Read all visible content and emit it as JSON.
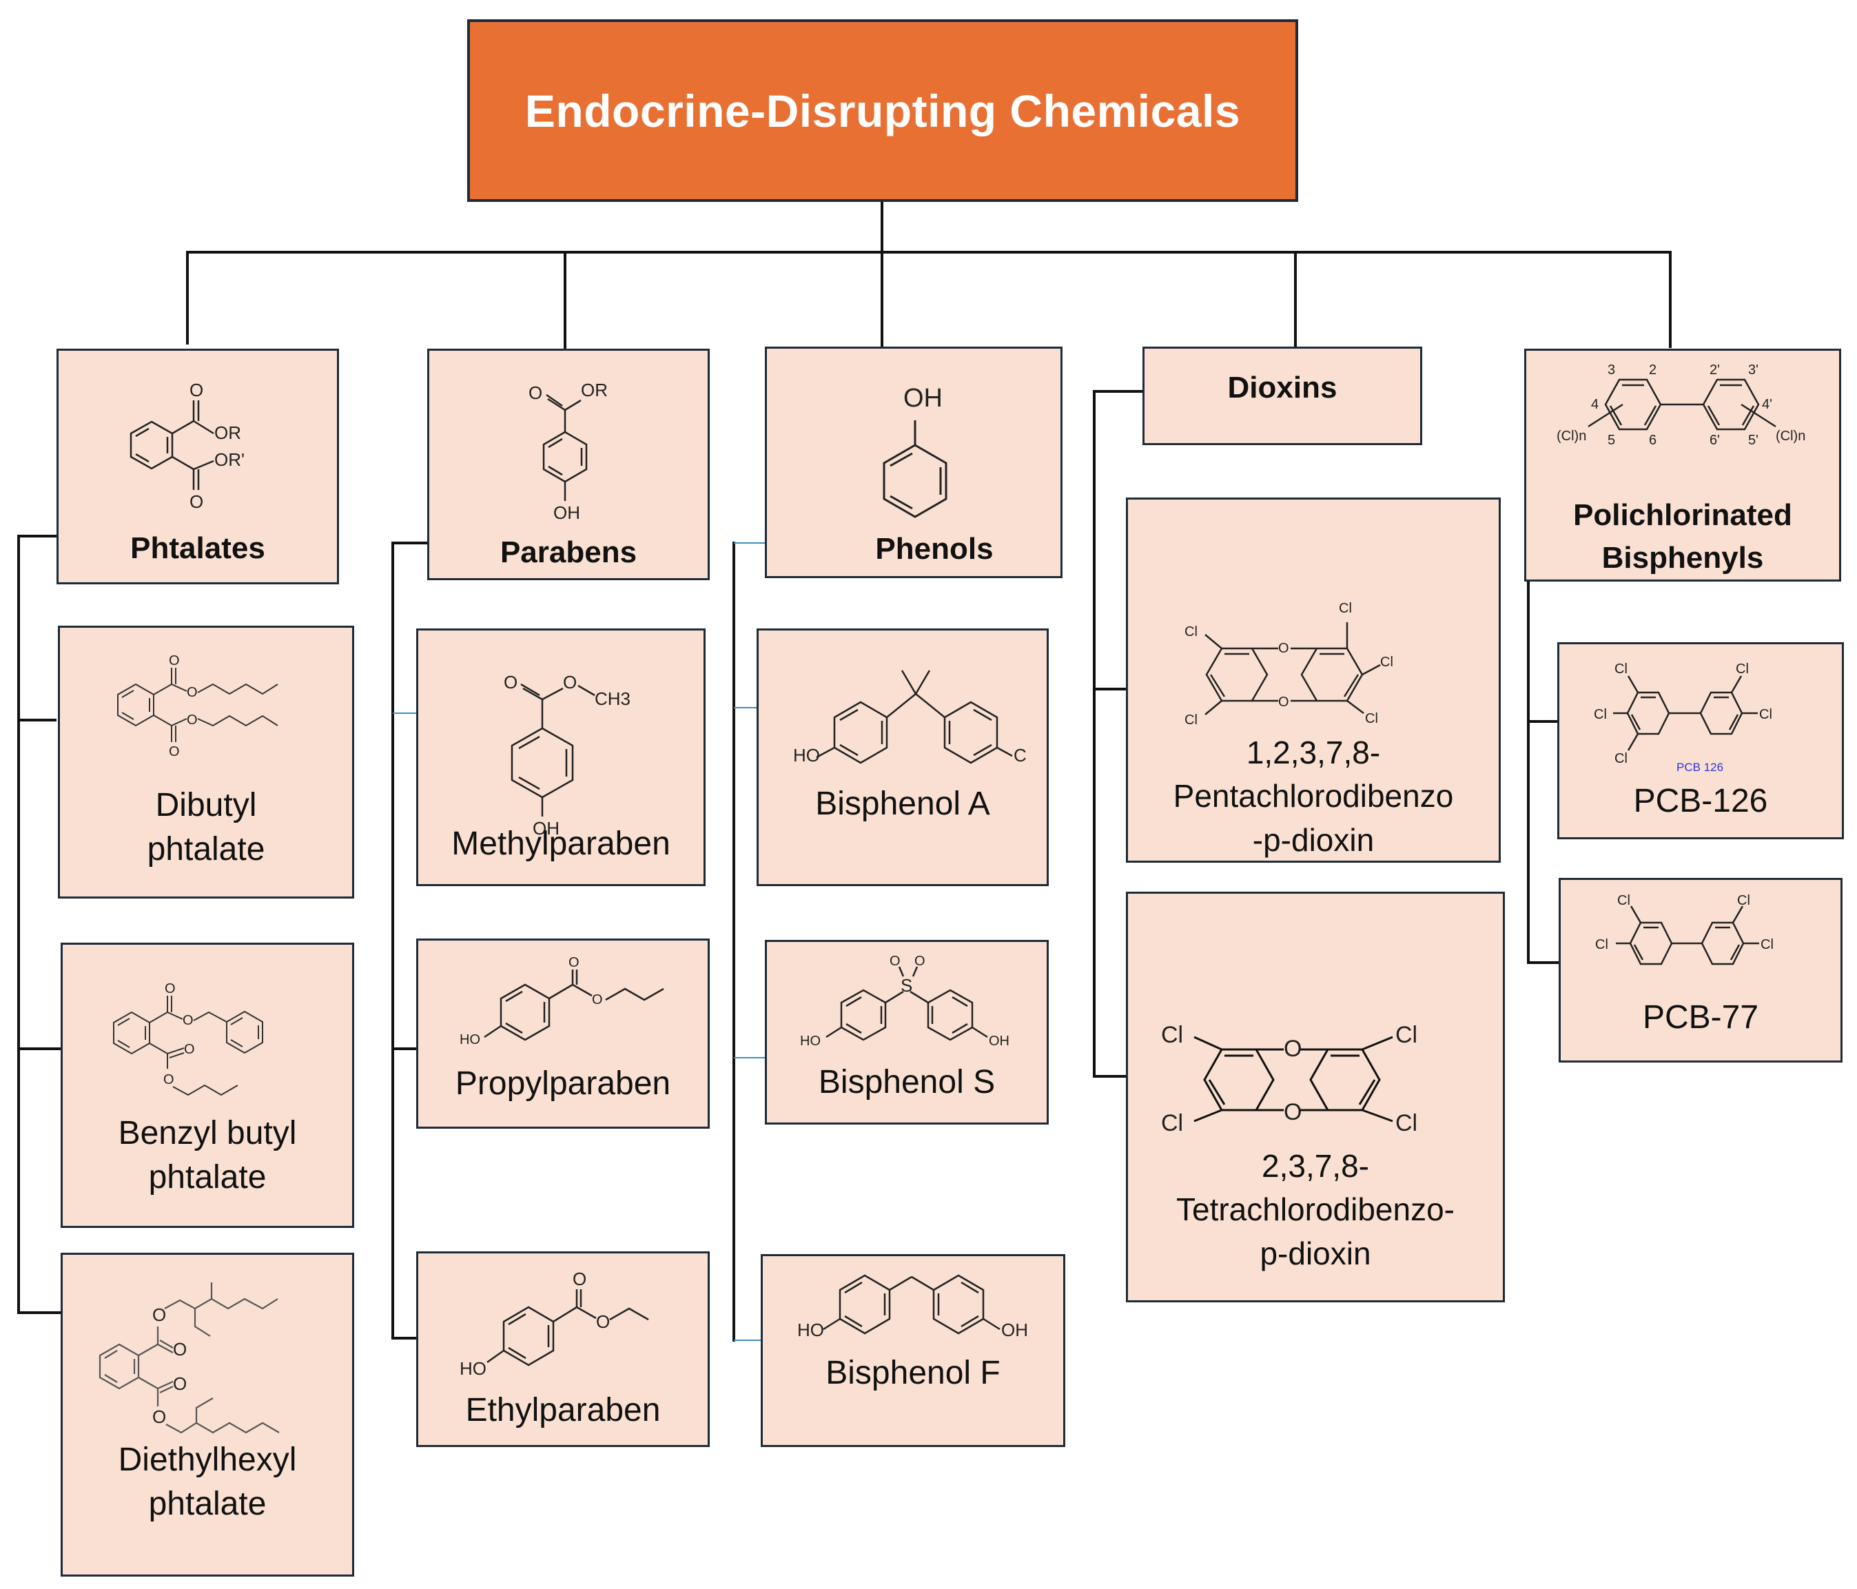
{
  "title": "Endocrine-Disrupting Chemicals",
  "categories": {
    "phtalates": "Phtalates",
    "parabens": "Parabens",
    "phenols": "Phenols",
    "dioxins": "Dioxins",
    "pcbs": "Polichlorinated\nBisphenyls"
  },
  "items": {
    "dibutyl": "Dibutyl\nphtalate",
    "benzyl": "Benzyl butyl\nphtalate",
    "diethylhexyl": "Diethylhexyl\nphtalate",
    "methylparaben": "Methylparaben",
    "propylparaben": "Propylparaben",
    "ethylparaben": "Ethylparaben",
    "bpa": "Bisphenol A",
    "bps": "Bisphenol S",
    "bpf": "Bisphenol F",
    "pecdd": "1,2,3,7,8-\nPentachlorodibenzo\n-p-dioxin",
    "tcdd": "2,3,7,8-\nTetrachlorodibenzo-\np-dioxin",
    "pcb126": "PCB-126",
    "pcb77": "PCB-77"
  },
  "atoms": {
    "o": "O",
    "or": "OR",
    "or_prime": "OR'",
    "oh": "OH",
    "ho": "HO",
    "ch3": "CH3",
    "s": "S",
    "cl": "Cl",
    "c": "C",
    "cln": "(Cl)n",
    "pos_2": "2",
    "pos_3": "3",
    "pos_4": "4",
    "pos_5": "5",
    "pos_6": "6",
    "pos_2p": "2'",
    "pos_3p": "3'",
    "pos_4p": "4'",
    "pos_5p": "5'",
    "pos_6p": "6'",
    "pcb126_tag": "PCB 126"
  }
}
